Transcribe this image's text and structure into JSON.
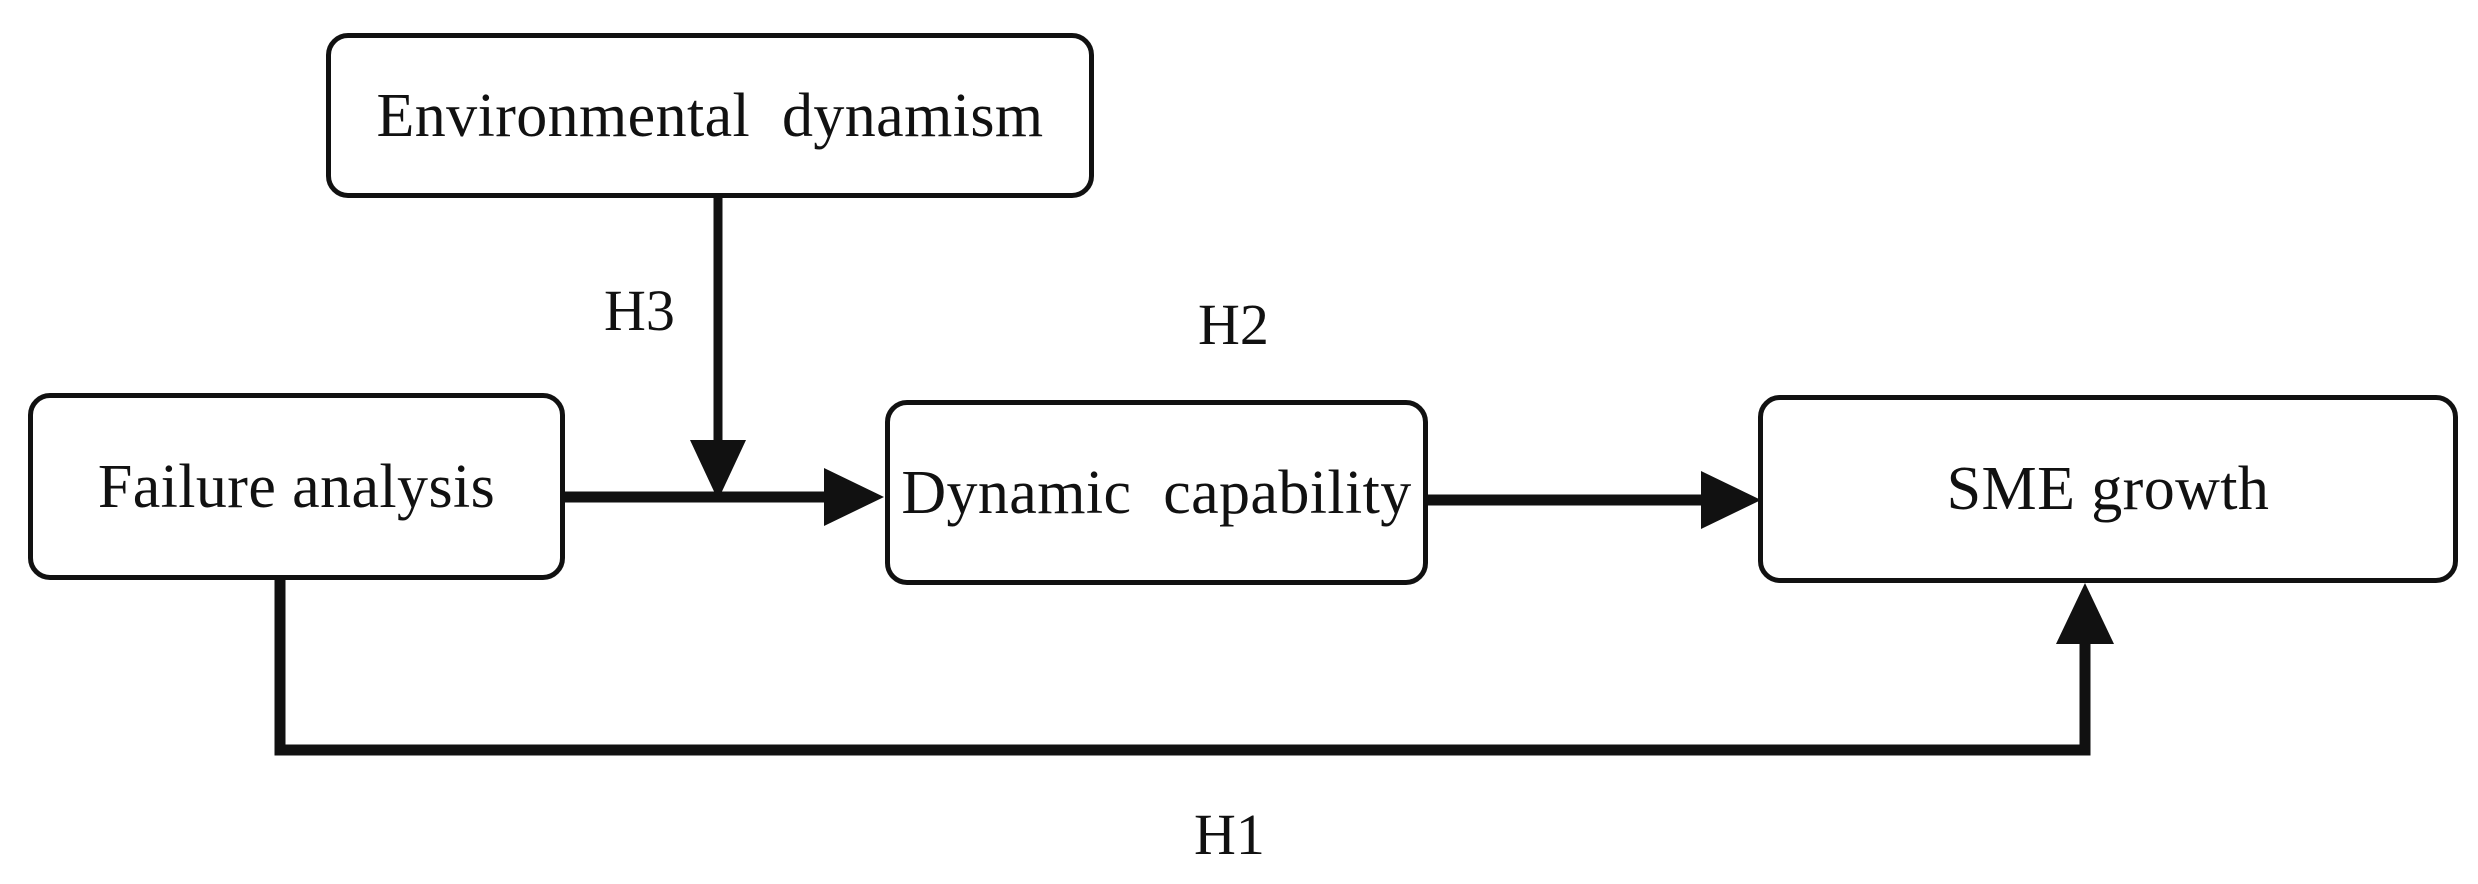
{
  "diagram": {
    "type": "conceptual-research-model",
    "background_color": "#ffffff",
    "stroke_color": "#111111",
    "nodes": [
      {
        "id": "environmental-dynamism",
        "label": "Environmental  dynamism"
      },
      {
        "id": "failure-analysis",
        "label": "Failure analysis"
      },
      {
        "id": "dynamic-capability",
        "label": "Dynamic  capability"
      },
      {
        "id": "sme-growth",
        "label": "SME growth"
      }
    ],
    "hypotheses": [
      {
        "id": "h1",
        "label": "H1",
        "from": "failure-analysis",
        "to": "sme-growth"
      },
      {
        "id": "h2",
        "label": "H2",
        "from": "dynamic-capability",
        "to": "sme-growth"
      },
      {
        "id": "h3",
        "label": "H3",
        "from": "environmental-dynamism",
        "to": "failure-analysis-to-dynamic-capability-path"
      }
    ],
    "edges": [
      {
        "id": "failure-to-dynamic",
        "from": "failure-analysis",
        "to": "dynamic-capability",
        "style": "solid-arrow"
      },
      {
        "id": "dynamic-to-sme",
        "from": "dynamic-capability",
        "to": "sme-growth",
        "style": "solid-arrow"
      },
      {
        "id": "environmental-moderator",
        "from": "environmental-dynamism",
        "to": "failure-to-dynamic",
        "style": "solid-arrow-down"
      },
      {
        "id": "failure-to-sme",
        "from": "failure-analysis",
        "to": "sme-growth",
        "style": "solid-arrow-elbow"
      }
    ]
  }
}
